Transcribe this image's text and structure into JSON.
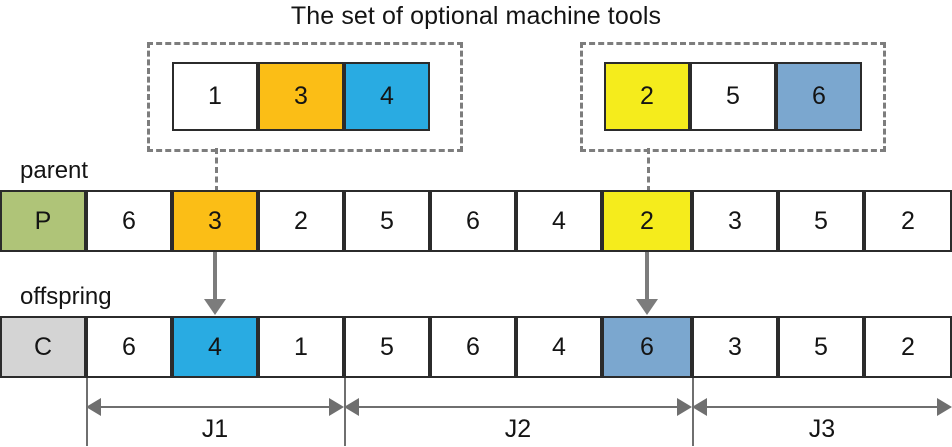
{
  "title": "The set of optional machine tools",
  "colors": {
    "amber": "#FBBE16",
    "cyan": "#29ABE2",
    "yellow": "#F5EC1C",
    "steel_blue": "#7BA7CF",
    "olive": "#AFC478",
    "gray": "#D4D4D4",
    "white": "#FFFFFF",
    "outline": "#2B2B2B",
    "dashed": "#7D7D7D",
    "arrow": "#7C7C7C",
    "bracket": "#6F6F6F"
  },
  "option_sets": [
    {
      "name": "option-set-1",
      "cells": [
        {
          "value": "1",
          "color": "#FFFFFF"
        },
        {
          "value": "3",
          "color": "#FBBE16"
        },
        {
          "value": "4",
          "color": "#29ABE2"
        }
      ]
    },
    {
      "name": "option-set-2",
      "cells": [
        {
          "value": "2",
          "color": "#F5EC1C"
        },
        {
          "value": "5",
          "color": "#FFFFFF"
        },
        {
          "value": "6",
          "color": "#7BA7CF"
        }
      ]
    }
  ],
  "parent": {
    "label": "parent",
    "cells": [
      {
        "value": "P",
        "color": "#AFC478"
      },
      {
        "value": "6",
        "color": "#FFFFFF"
      },
      {
        "value": "3",
        "color": "#FBBE16"
      },
      {
        "value": "2",
        "color": "#FFFFFF"
      },
      {
        "value": "5",
        "color": "#FFFFFF"
      },
      {
        "value": "6",
        "color": "#FFFFFF"
      },
      {
        "value": "4",
        "color": "#FFFFFF"
      },
      {
        "value": "2",
        "color": "#F5EC1C"
      },
      {
        "value": "3",
        "color": "#FFFFFF"
      },
      {
        "value": "5",
        "color": "#FFFFFF"
      },
      {
        "value": "2",
        "color": "#FFFFFF"
      }
    ]
  },
  "offspring": {
    "label": "offspring",
    "cells": [
      {
        "value": "C",
        "color": "#D4D4D4"
      },
      {
        "value": "6",
        "color": "#FFFFFF"
      },
      {
        "value": "4",
        "color": "#29ABE2"
      },
      {
        "value": "1",
        "color": "#FFFFFF"
      },
      {
        "value": "5",
        "color": "#FFFFFF"
      },
      {
        "value": "6",
        "color": "#FFFFFF"
      },
      {
        "value": "4",
        "color": "#FFFFFF"
      },
      {
        "value": "6",
        "color": "#7BA7CF"
      },
      {
        "value": "3",
        "color": "#FFFFFF"
      },
      {
        "value": "5",
        "color": "#FFFFFF"
      },
      {
        "value": "2",
        "color": "#FFFFFF"
      }
    ]
  },
  "jobs": [
    {
      "label": "J1"
    },
    {
      "label": "J2"
    },
    {
      "label": "J3"
    }
  ]
}
